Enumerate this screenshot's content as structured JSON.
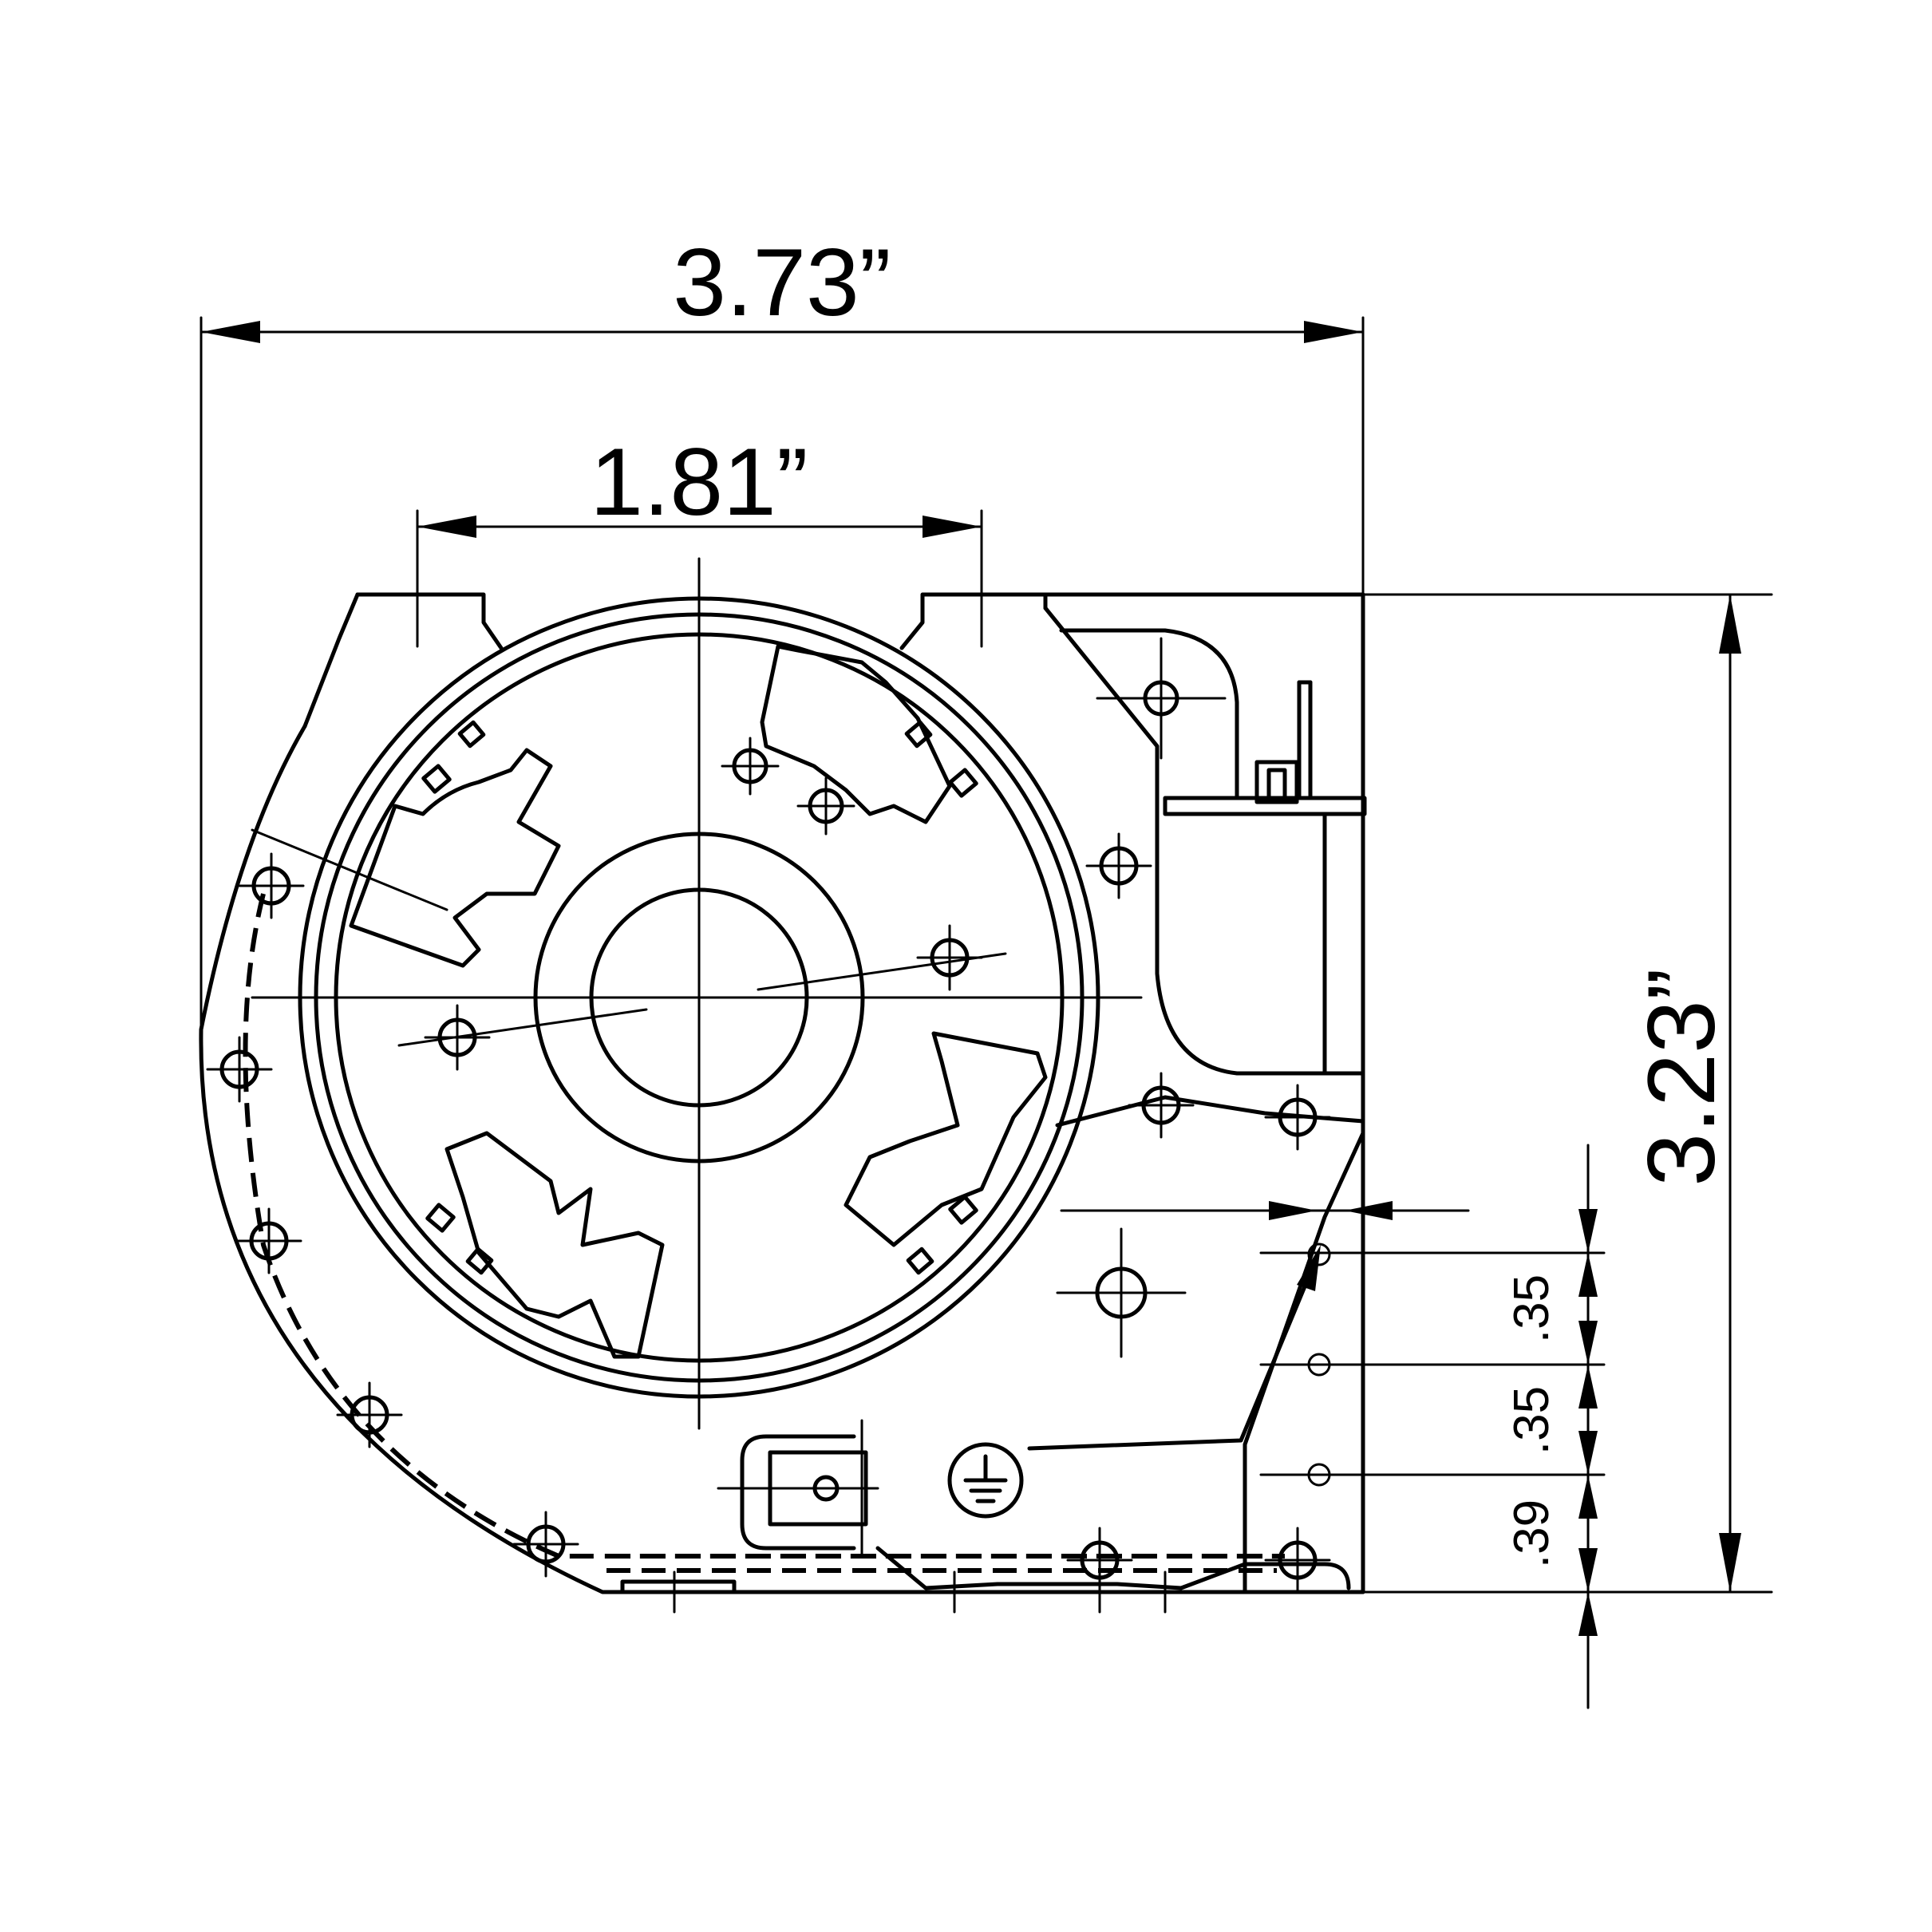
{
  "drawing": {
    "dimensions": {
      "overall_width": "3.73”",
      "flange_span": "1.81”",
      "overall_height": "3.23”",
      "hole_spacing_1": ".35",
      "hole_spacing_2": ".35",
      "hole_offset": ".39"
    },
    "colors": {
      "line": "#000000",
      "background": "#ffffff"
    },
    "icons": [
      "ground-symbol-icon"
    ]
  }
}
